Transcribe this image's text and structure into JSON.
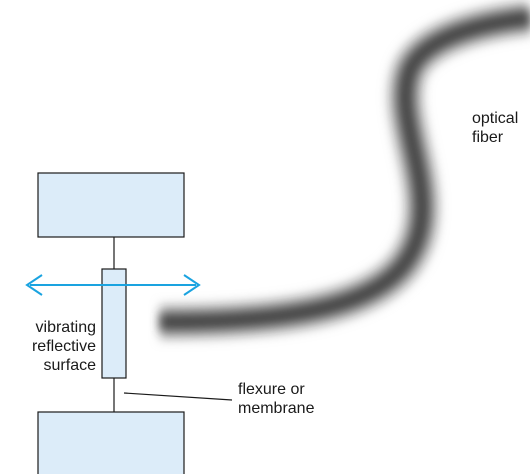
{
  "labels": {
    "vibrating_reflective_surface": "vibrating\nreflective\nsurface",
    "flexure_or_membrane": "flexure or\nmembrane",
    "optical_fiber": "optical\nfiber"
  },
  "colors": {
    "block_fill": "#dcecf9",
    "block_stroke": "#1a1a1a",
    "arrow": "#1aa3e0",
    "fiber_core": "#3a3a3a",
    "fiber_edge": "#bdbdbd",
    "line": "#1a1a1a"
  }
}
